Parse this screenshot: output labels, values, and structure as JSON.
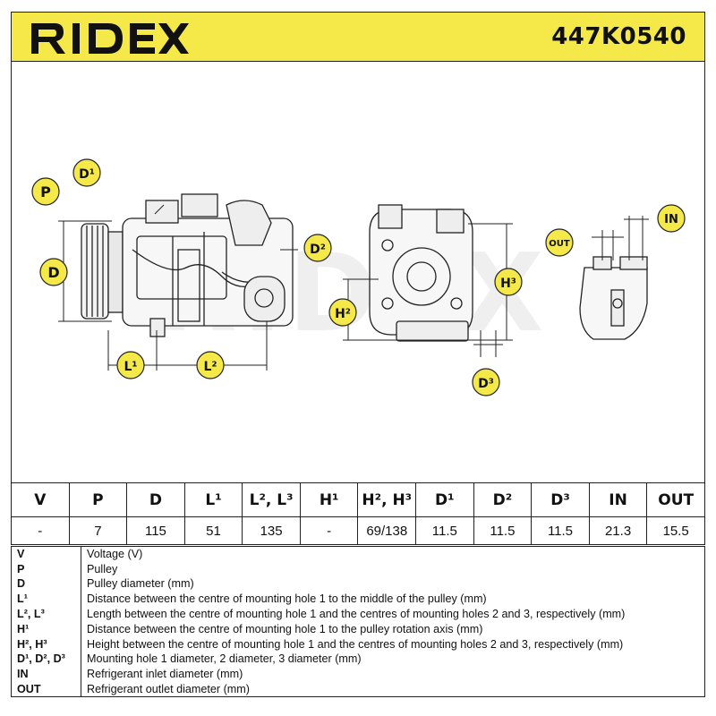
{
  "brand": {
    "name": "RIDEX",
    "accent_color": "#f5e94a"
  },
  "part_number": "447K0540",
  "diagram": {
    "watermark": "RIDEX",
    "labels": {
      "P": "P",
      "D": "D",
      "D1": "D¹",
      "D2": "D²",
      "D3": "D³",
      "L1": "L¹",
      "L2": "L²",
      "H2": "H²",
      "H3": "H³",
      "IN": "IN",
      "OUT": "OUT"
    }
  },
  "specs": {
    "headers": [
      "V",
      "P",
      "D",
      "L¹",
      "L², L³",
      "H¹",
      "H², H³",
      "D¹",
      "D²",
      "D³",
      "IN",
      "OUT"
    ],
    "values": [
      "-",
      "7",
      "115",
      "51",
      "135",
      "-",
      "69/138",
      "11.5",
      "11.5",
      "11.5",
      "21.3",
      "15.5"
    ]
  },
  "legend": [
    {
      "abbr": "V",
      "desc": "Voltage (V)"
    },
    {
      "abbr": "P",
      "desc": "Pulley"
    },
    {
      "abbr": "D",
      "desc": "Pulley diameter (mm)"
    },
    {
      "abbr": "L¹",
      "desc": "Distance between the centre of mounting hole 1 to the middle of the pulley (mm)"
    },
    {
      "abbr": "L², L³",
      "desc": "Length between the centre of mounting hole 1 and the centres of mounting holes 2 and 3, respectively (mm)"
    },
    {
      "abbr": "H¹",
      "desc": "Distance between the centre of mounting hole 1 to the pulley rotation axis (mm)"
    },
    {
      "abbr": "H², H³",
      "desc": "Height between the centre of mounting hole 1 and the centres of mounting holes 2 and 3, respectively (mm)"
    },
    {
      "abbr": "D¹, D², D³",
      "desc": "Mounting hole 1 diameter, 2 diameter, 3 diameter (mm)"
    },
    {
      "abbr": "IN",
      "desc": "Refrigerant inlet diameter (mm)"
    },
    {
      "abbr": "OUT",
      "desc": "Refrigerant outlet diameter (mm)"
    }
  ]
}
